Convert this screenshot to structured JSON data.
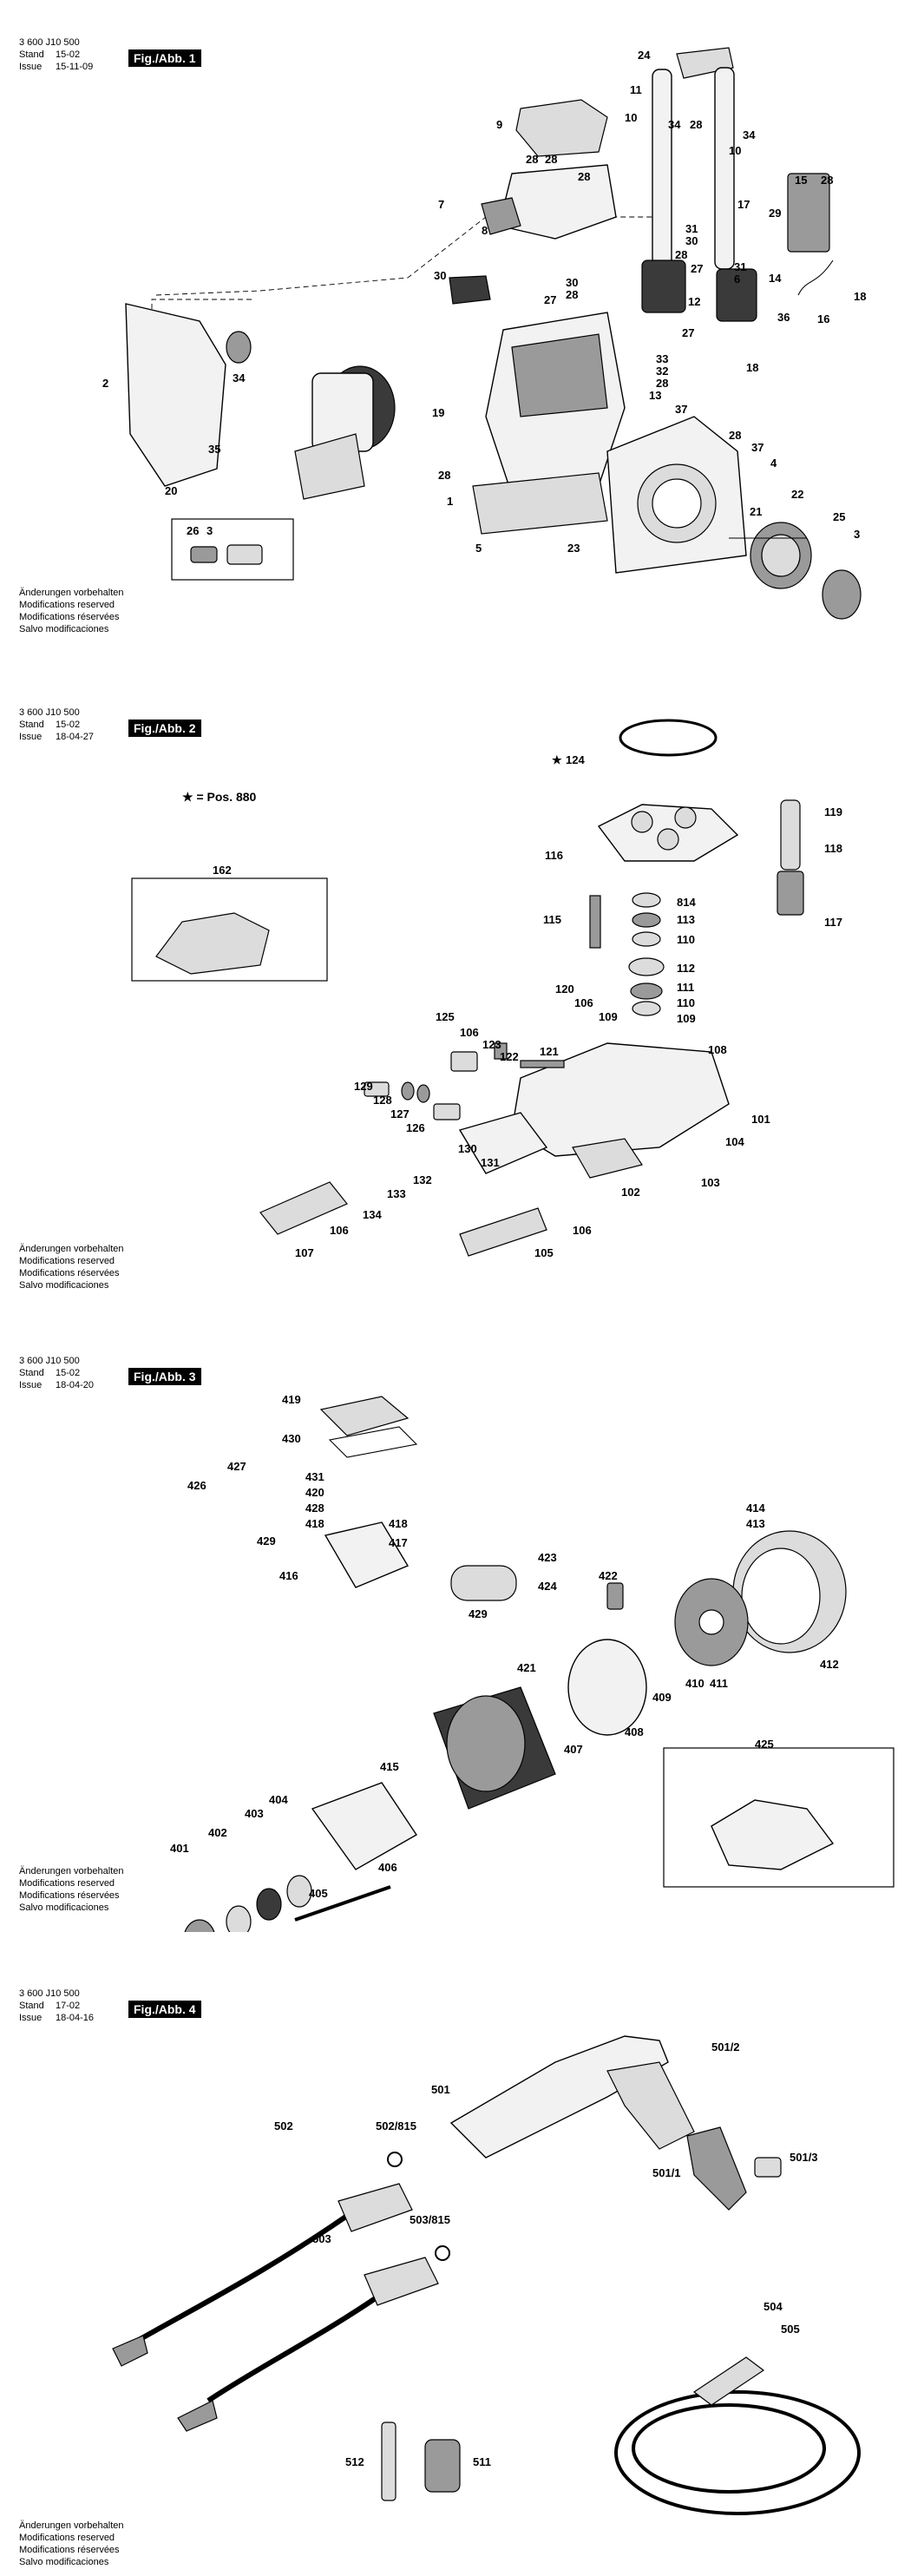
{
  "sheets": [
    {
      "doc_number": "3 600 J10 500",
      "stand_label": "Stand",
      "stand_value": "15-02",
      "issue_label": "Issue",
      "issue_value": "15-11-09",
      "figure_label": "Fig./Abb. 1",
      "footer": [
        "Änderungen vorbehalten",
        "Modifications reserved",
        "Modifications réservées",
        "Salvo modificaciones"
      ],
      "callouts": [
        "24",
        "11",
        "10",
        "34",
        "28",
        "10",
        "34",
        "9",
        "28",
        "28",
        "28",
        "7",
        "31",
        "30",
        "15",
        "28",
        "17",
        "29",
        "8",
        "14",
        "28",
        "27",
        "30",
        "31",
        "6",
        "30",
        "28",
        "27",
        "12",
        "27",
        "36",
        "16",
        "18",
        "2",
        "34",
        "33",
        "32",
        "28",
        "13",
        "18",
        "35",
        "19",
        "37",
        "28",
        "37",
        "4",
        "28",
        "1",
        "20",
        "21",
        "22",
        "25",
        "26",
        "3",
        "5",
        "23",
        "3"
      ]
    },
    {
      "doc_number": "3 600 J10 500",
      "stand_label": "Stand",
      "stand_value": "15-02",
      "issue_label": "Issue",
      "issue_value": "18-04-27",
      "figure_label": "Fig./Abb. 2",
      "legend_star": "★",
      "legend_text": "= Pos. 880",
      "footer": [
        "Änderungen vorbehalten",
        "Modifications reserved",
        "Modifications réservées",
        "Salvo modificaciones"
      ],
      "callouts": [
        "124",
        "119",
        "118",
        "116",
        "162",
        "814",
        "113",
        "115",
        "110",
        "117",
        "112",
        "120",
        "106",
        "111",
        "110",
        "109",
        "109",
        "125",
        "106",
        "123",
        "122",
        "121",
        "108",
        "129",
        "128",
        "127",
        "126",
        "101",
        "104",
        "130",
        "131",
        "132",
        "133",
        "102",
        "103",
        "134",
        "106",
        "106",
        "107",
        "105"
      ]
    },
    {
      "doc_number": "3 600 J10 500",
      "stand_label": "Stand",
      "stand_value": "15-02",
      "issue_label": "Issue",
      "issue_value": "18-04-20",
      "figure_label": "Fig./Abb. 3",
      "footer": [
        "Änderungen vorbehalten",
        "Modifications reserved",
        "Modifications réservées",
        "Salvo modificaciones"
      ],
      "callouts": [
        "419",
        "430",
        "427",
        "431",
        "426",
        "420",
        "428",
        "418",
        "418",
        "417",
        "414",
        "413",
        "429",
        "416",
        "423",
        "424",
        "422",
        "429",
        "412",
        "421",
        "410",
        "411",
        "409",
        "425",
        "408",
        "407",
        "415",
        "404",
        "403",
        "402",
        "401",
        "406",
        "405"
      ]
    },
    {
      "doc_number": "3 600 J10 500",
      "stand_label": "Stand",
      "stand_value": "17-02",
      "issue_label": "Issue",
      "issue_value": "18-04-16",
      "figure_label": "Fig./Abb. 4",
      "footer": [
        "Änderungen vorbehalten",
        "Modifications reserved",
        "Modifications réservées",
        "Salvo modificaciones"
      ],
      "callouts": [
        "501/2",
        "501",
        "502",
        "502/815",
        "501/1",
        "501/3",
        "503/815",
        "503",
        "504",
        "505",
        "512",
        "511"
      ]
    }
  ]
}
